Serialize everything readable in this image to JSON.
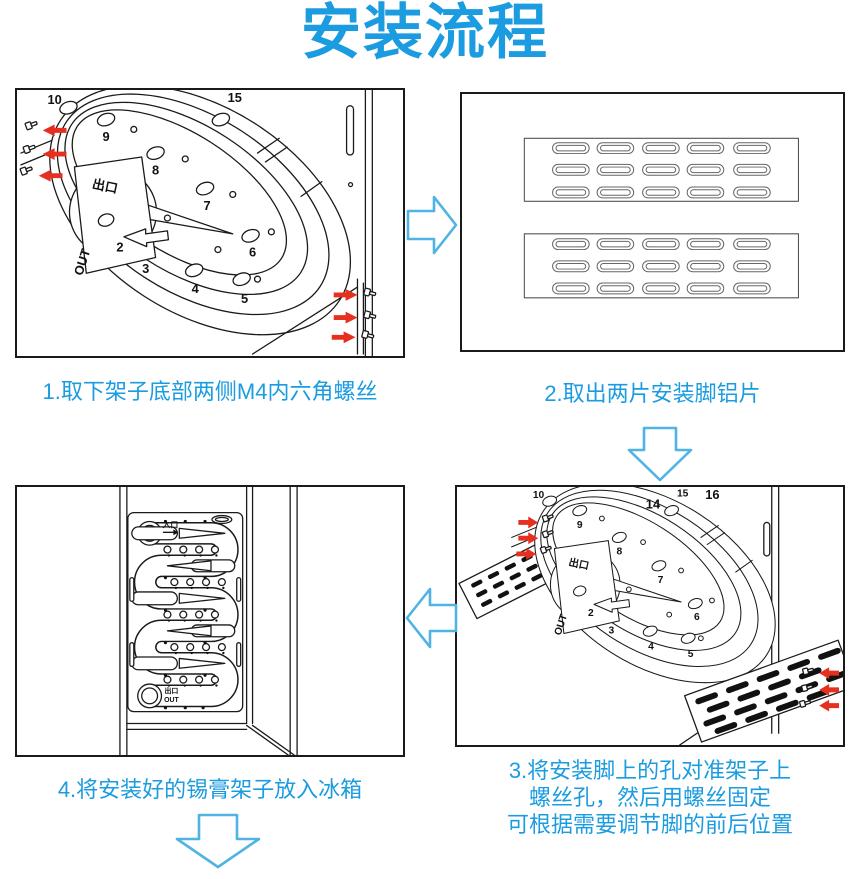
{
  "title": {
    "text": "安装流程"
  },
  "steps": {
    "step1": {
      "caption": "1.取下架子底部两侧M4内六角螺丝"
    },
    "step2": {
      "caption": "2.取出两片安装脚铝片"
    },
    "step3": {
      "line1": "3.将安装脚上的孔对准架子上",
      "line2": "螺丝孔，然后用螺丝固定",
      "line3": "可根据需要调节脚的前后位置"
    },
    "step4": {
      "caption": "4.将安装好的锡膏架子放入冰箱"
    }
  },
  "rack_labels": {
    "exit_cn": "出口",
    "exit_en": "OUT",
    "n2": "2",
    "n3": "3",
    "n4": "4",
    "n5": "5",
    "n6": "6",
    "n7": "7",
    "n8": "8",
    "n9": "9",
    "n10": "10",
    "n14": "14",
    "n15": "15",
    "n16": "16"
  },
  "fridge_labels": {
    "inlet": "入口",
    "outlet": "出口",
    "out": "OUT"
  },
  "colors": {
    "accent_blue": "#1b9ce0",
    "flow_arrow_blue": "#4fb3e4",
    "highlight_red": "#e5301f",
    "line_black": "#1a1a1a"
  }
}
